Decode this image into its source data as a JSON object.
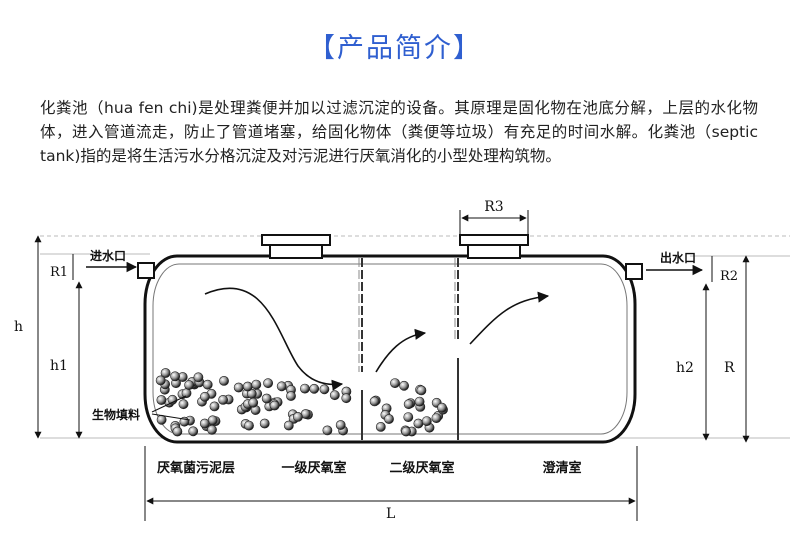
{
  "header": {
    "title": "【产品简介】"
  },
  "intro": {
    "text": "化粪池（hua fen chi)是处理粪便并加以过滤沉淀的设备。其原理是固化物在池底分解，上层的水化物体，进入管道流走，防止了管道堵塞，给固化物体（粪便等垃圾）有充足的时间水解。化粪池（septic tank)指的是将生活污水分格沉淀及对污泥进行厌氧消化的小型处理构筑物。"
  },
  "diagram": {
    "dim_r3": "R3",
    "dim_r1": "R1",
    "dim_r2": "R2",
    "dim_h": "h",
    "dim_h1": "h1",
    "dim_h2": "h2",
    "dim_r": "R",
    "dim_l": "L",
    "inlet_label": "进水口",
    "outlet_label": "出水口",
    "media_label": "生物填料",
    "chambers": [
      "厌氧菌污泥层",
      "一级厌氧室",
      "二级厌氧室",
      "澄清室"
    ]
  }
}
